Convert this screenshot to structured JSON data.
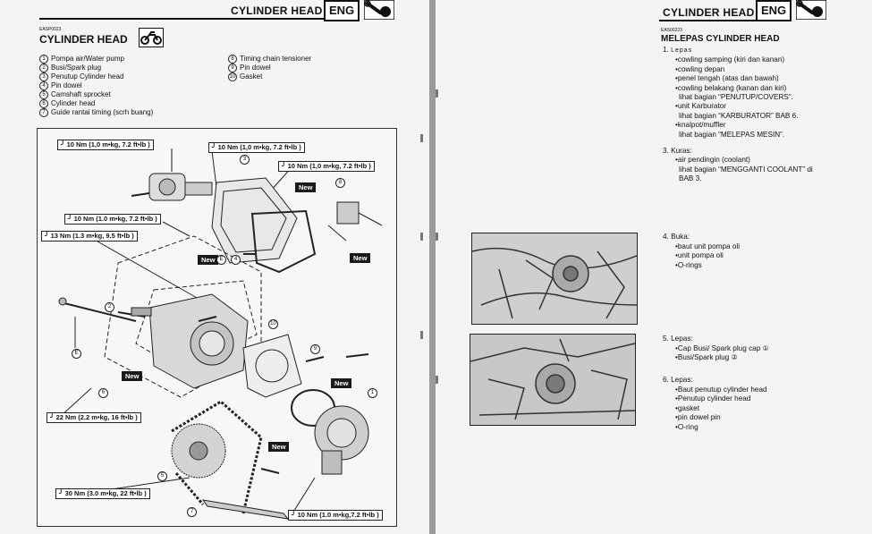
{
  "left_page": {
    "header": {
      "title": "CYLINDER HEAD",
      "badge": "ENG"
    },
    "section_code": "EASP0023",
    "section_title": "CYLINDER HEAD",
    "parts_col1": [
      {
        "n": "1",
        "text": "Pompa air/Water pump"
      },
      {
        "n": "2",
        "text": "Busi/Spark plug"
      },
      {
        "n": "3",
        "text": "Penutup Cylinder head"
      },
      {
        "n": "4",
        "text": "Pin dowel"
      },
      {
        "n": "5",
        "text": "Camshaft sprocket"
      },
      {
        "n": "6",
        "text": "Cylinder head"
      },
      {
        "n": "7",
        "text": "Guide rantai timing (scrh buang)"
      }
    ],
    "parts_col2": [
      {
        "n": "8",
        "text": "Timing chain tensioner"
      },
      {
        "n": "9",
        "text": "Pin dowel"
      },
      {
        "n": "10",
        "text": "Gasket"
      }
    ],
    "diagram": {
      "torques": [
        "10 Nm (1,0 m•kg, 7.2 ft•lb )",
        "10 Nm (1,0 m•kg, 7.2 ft•lb )",
        "10 Nm (1,0 m•kg, 7.2 ft•lb )",
        "10 Nm (1.0 m•kg, 7.2 ft•lb )",
        "13 Nm (1.3 m•kg, 9.5 ft•lb )",
        "22 Nm (2.2 m•kg, 16 ft•lb )",
        "30 Nm (3.0 m•kg, 22 ft•lb )",
        "10 Nm (1.0 m•kg,7.2 ft•lb )"
      ],
      "new_label": "New",
      "callouts": [
        "1",
        "2",
        "3",
        "4",
        "5",
        "6",
        "7",
        "8",
        "9",
        "10",
        "E",
        "E"
      ]
    }
  },
  "right_page": {
    "header": {
      "title": "CYLINDER HEAD",
      "badge": "ENG"
    },
    "section_code": "EAS00223",
    "section_title": "MELEPAS CYLINDER HEAD",
    "step1": {
      "num": "1.",
      "label": "Lepas",
      "items": [
        {
          "text": "cowling samping (kiri dan kanan)",
          "bullet": true
        },
        {
          "text": "cowling depan",
          "bullet": true
        },
        {
          "text": "penel tengah (atas dan bawah)",
          "bullet": true
        },
        {
          "text": "cowling belakang (kanan dan kiri)",
          "bullet": true
        },
        {
          "text": "lihat bagian “PENUTUP/COVERS”.",
          "bullet": false
        },
        {
          "text": "unit Karburator",
          "bullet": true
        },
        {
          "text": "lihat bagian “KARBURATOR” BAB 6.",
          "bullet": false
        },
        {
          "text": "knalpot/muffler",
          "bullet": true
        },
        {
          "text": "lihat bagian “MELEPAS MESIN”.",
          "bullet": false
        }
      ]
    },
    "step3": {
      "num": "3.",
      "label": "Kuras:",
      "items": [
        {
          "text": "air pendingin (coolant)",
          "bullet": true
        },
        {
          "text": "lihat bagian “MENGGANTI  COOLANT” di",
          "bullet": false
        },
        {
          "text": "BAB 3.",
          "bullet": false
        }
      ]
    },
    "step4": {
      "num": "4.",
      "label": "Buka:",
      "items": [
        "baut unit pompa oli",
        "unit pompa oli",
        "O-rings"
      ]
    },
    "step5": {
      "num": "5.",
      "label": "Lepas:",
      "items": [
        "Cap Busi/ Spark plug cap ①",
        "Busi/Spark plug ②"
      ]
    },
    "step6": {
      "num": "6.",
      "label": "Lepas:",
      "items": [
        "Baut penutup cylinder head",
        "Penutup cylinder head",
        "gasket",
        "pin dowel pin",
        "O-ring"
      ]
    }
  }
}
